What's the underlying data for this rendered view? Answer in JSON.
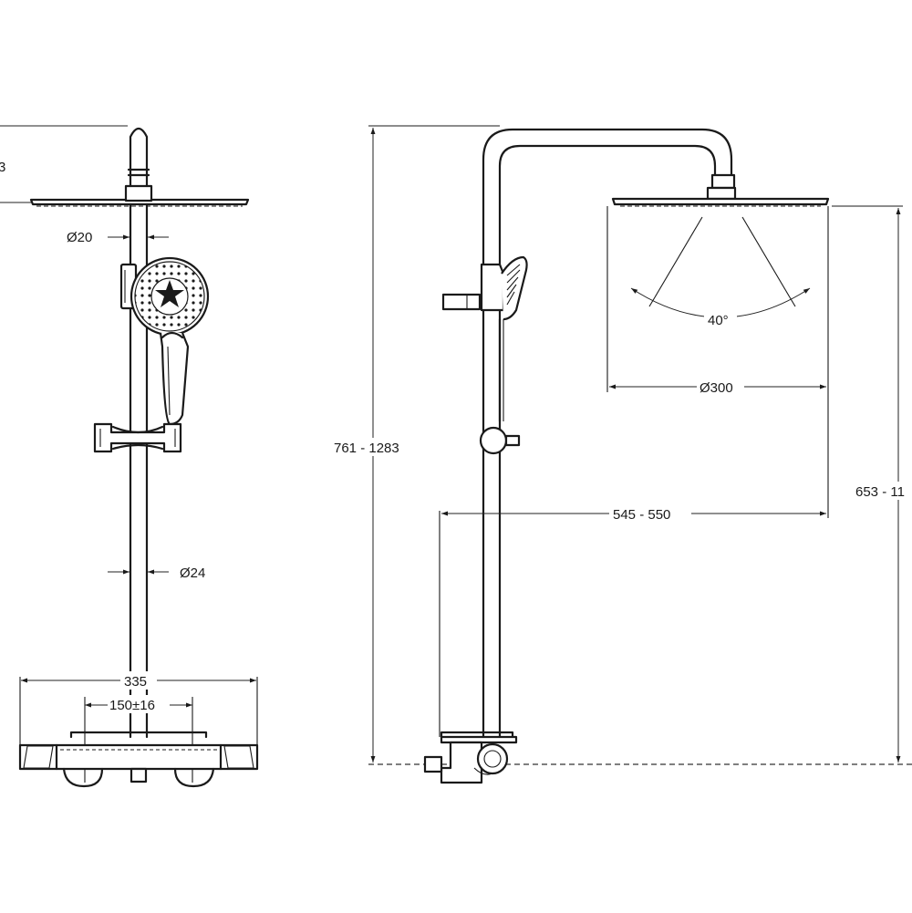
{
  "front_view": {
    "dimensions": {
      "top_cut": "3",
      "arm_diameter": "Ø20",
      "riser_diameter": "Ø24",
      "mixer_width": "335",
      "inlet_spacing": "150±16"
    }
  },
  "side_view": {
    "dimensions": {
      "overall_height": "761 - 1283",
      "spray_angle": "40°",
      "head_diameter": "Ø300",
      "arm_reach": "545 - 550",
      "head_height": "653 - 11"
    }
  }
}
